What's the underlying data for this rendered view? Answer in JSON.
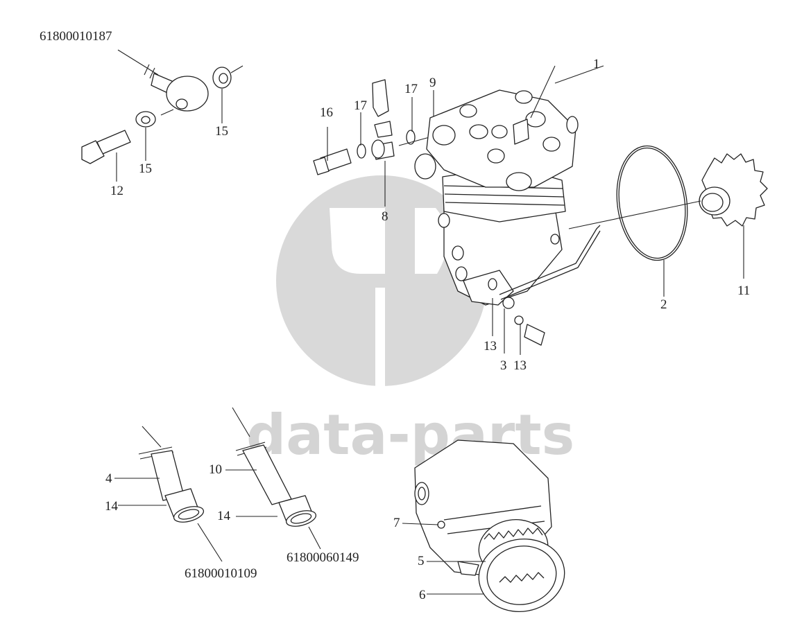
{
  "watermark": {
    "text": "data-parts"
  },
  "labels": {
    "part_61800010187": "61800010187",
    "part_61800010109": "61800010109",
    "part_61800060149": "61800060149",
    "n1": "1",
    "n2": "2",
    "n3": "3",
    "n4": "4",
    "n5": "5",
    "n6": "6",
    "n7": "7",
    "n8": "8",
    "n9": "9",
    "n10": "10",
    "n11": "11",
    "n12": "12",
    "n13a": "13",
    "n13b": "13",
    "n14a": "14",
    "n14b": "14",
    "n15a": "15",
    "n15b": "15",
    "n16": "16",
    "n17a": "17",
    "n17b": "17"
  }
}
